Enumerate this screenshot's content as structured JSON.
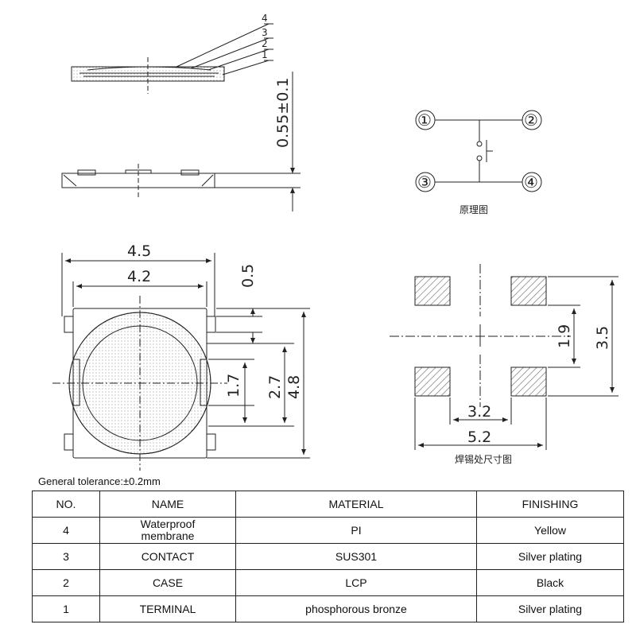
{
  "side_view": {
    "callouts": [
      "4",
      "3",
      "2",
      "1"
    ],
    "thickness": "0.55±0.1"
  },
  "schematic": {
    "pins": [
      "①",
      "②",
      "③",
      "④"
    ],
    "caption": "原理图"
  },
  "top_view": {
    "dims": {
      "outer_width": "4.5",
      "inner_width": "4.2",
      "terminal": "0.5",
      "d1": "1.7",
      "d2": "2.7",
      "d3": "4.8"
    }
  },
  "pad_layout": {
    "dims": {
      "pitch_v_inner": "1.9",
      "pitch_v_outer": "3.5",
      "gap_h": "3.2",
      "span_h": "5.2"
    },
    "caption": "焊锡处尺寸图"
  },
  "tolerance": "General tolerance:±0.2mm",
  "table": {
    "headers": [
      "NO.",
      "NAME",
      "MATERIAL",
      "FINISHING"
    ],
    "rows": [
      {
        "no": "4",
        "name_line1": "Waterproof",
        "name_line2": "membrane",
        "material": "PI",
        "finishing": "Yellow"
      },
      {
        "no": "3",
        "name": "CONTACT",
        "material": "SUS301",
        "finishing": "Silver plating"
      },
      {
        "no": "2",
        "name": "CASE",
        "material": "LCP",
        "finishing": "Black"
      },
      {
        "no": "1",
        "name": "TERMINAL",
        "material": "phosphorous bronze",
        "finishing": "Silver plating"
      }
    ]
  }
}
